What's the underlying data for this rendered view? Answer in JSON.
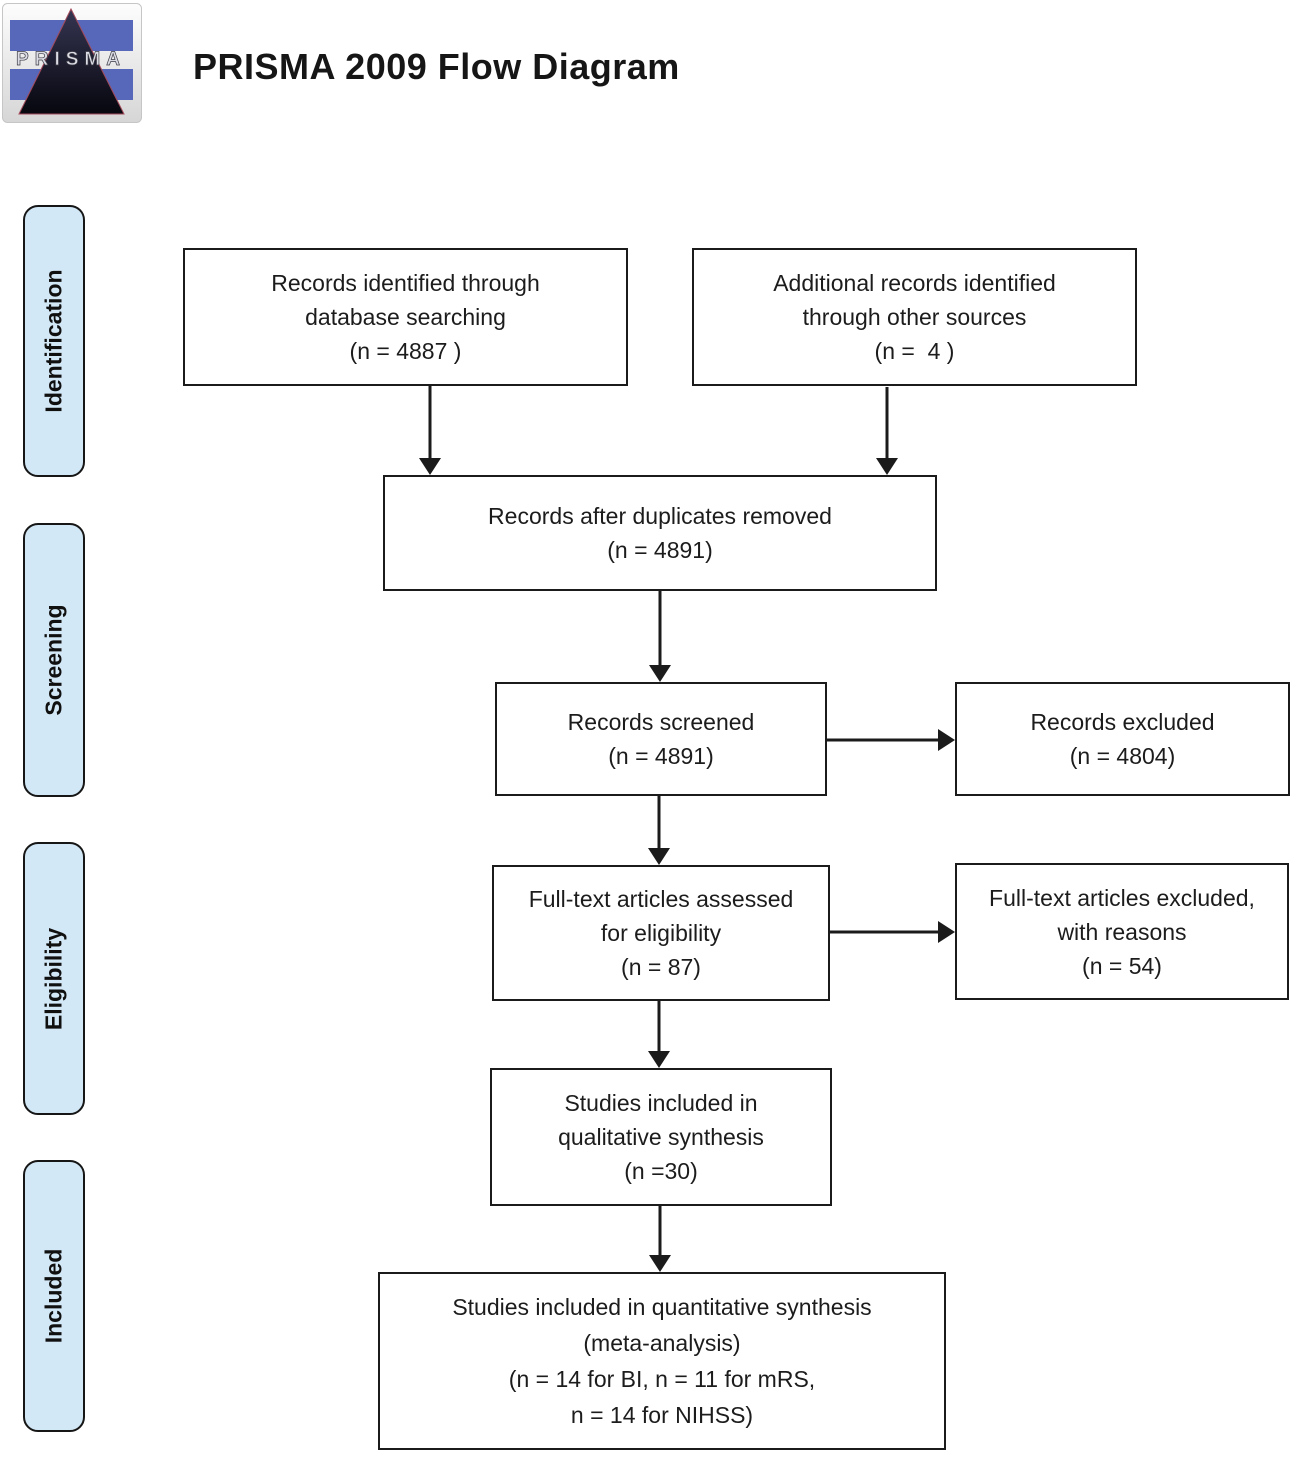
{
  "header": {
    "title": "PRISMA 2009 Flow Diagram",
    "logo_text": "PRISMA"
  },
  "stages": [
    {
      "id": "identification",
      "label": "Identification"
    },
    {
      "id": "screening",
      "label": "Screening"
    },
    {
      "id": "eligibility",
      "label": "Eligibility"
    },
    {
      "id": "included",
      "label": "Included"
    }
  ],
  "boxes": {
    "records_identified": {
      "lines": [
        "Records identified through",
        "database searching",
        "(n = 4887 )"
      ]
    },
    "additional_records": {
      "lines": [
        "Additional records identified",
        "through other sources",
        "(n =  4 )"
      ]
    },
    "after_duplicates": {
      "lines": [
        "Records after duplicates removed",
        "(n = 4891)"
      ]
    },
    "records_screened": {
      "lines": [
        "Records screened",
        "(n = 4891)"
      ]
    },
    "records_excluded": {
      "lines": [
        "Records excluded",
        "(n = 4804)"
      ]
    },
    "fulltext_assessed": {
      "lines": [
        "Full-text articles assessed",
        "for eligibility",
        "(n = 87)"
      ]
    },
    "fulltext_excluded": {
      "lines": [
        "Full-text articles excluded,",
        "with reasons",
        "(n = 54)"
      ]
    },
    "qualitative": {
      "lines": [
        "Studies included in",
        "qualitative synthesis",
        "(n =30)"
      ]
    },
    "quantitative": {
      "lines": [
        "Studies included in quantitative synthesis",
        "(meta-analysis)",
        "(n = 14 for BI, n = 11 for mRS,",
        "n = 14 for NIHSS)"
      ]
    }
  },
  "colors": {
    "stage_fill": "#d3e8f6",
    "line_color": "#1b1b1b",
    "text_color": "#1d1d1d",
    "logo_blue": "#5767ba",
    "logo_triangle_dark": "#0a0a16"
  }
}
